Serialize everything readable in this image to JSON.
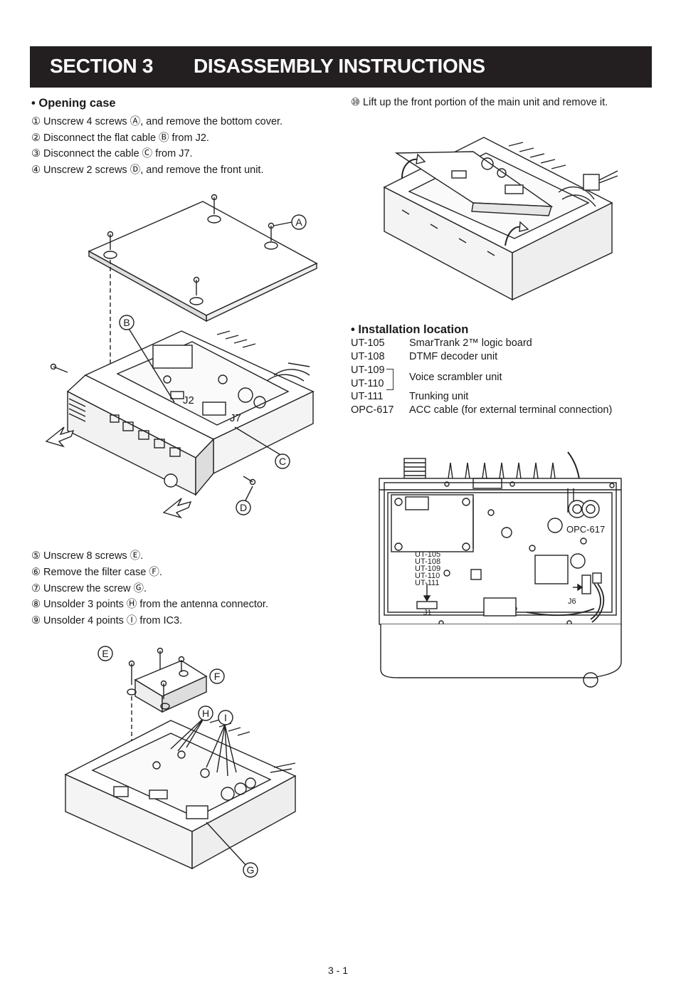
{
  "header": {
    "section": "SECTION 3",
    "title": "DISASSEMBLY INSTRUCTIONS"
  },
  "opening_case": {
    "heading": "• Opening case",
    "steps": [
      "① Unscrew 4 screws Ⓐ, and remove the bottom cover.",
      "② Disconnect the flat cable Ⓑ from J2.",
      "③ Disconnect the cable Ⓒ from J7.",
      "④ Unscrew 2 screws Ⓓ, and remove the front unit."
    ]
  },
  "steps_2": [
    "⑤ Unscrew 8 screws Ⓔ.",
    "⑥ Remove the filter case Ⓕ.",
    "⑦ Unscrew the screw Ⓖ.",
    "⑧ Unsolder 3 points Ⓗ from the antenna connector.",
    "⑨ Unsolder 4 points Ⓘ from IC3."
  ],
  "step_10": "⑩ Lift up the front portion of the main unit and remove it.",
  "figure1": {
    "labels": {
      "a": "A",
      "b": "B",
      "c": "C",
      "d": "D",
      "j2": "J2",
      "j7": "J7"
    }
  },
  "figure2": {
    "labels": {
      "e": "E",
      "f": "F",
      "g": "G",
      "h": "H",
      "i": "I"
    }
  },
  "installation": {
    "heading": "• Installation location",
    "rows": [
      {
        "code": "UT-105",
        "desc": "SmarTrank 2™ logic board"
      },
      {
        "code": "UT-108",
        "desc": "DTMF decoder unit"
      },
      {
        "code": "UT-109",
        "desc": "Voice scrambler unit"
      },
      {
        "code": "UT-110",
        "desc": ""
      },
      {
        "code": "UT-111",
        "desc": "Trunking unit"
      },
      {
        "code": "OPC-617",
        "desc": "ACC cable (for external terminal connection)"
      }
    ]
  },
  "figure4": {
    "opc_label": "OPC-617",
    "ut_labels": [
      "UT-105",
      "UT-108",
      "UT-109",
      "UT-110",
      "UT-111"
    ],
    "j1": "J1",
    "j6": "J6"
  },
  "page_number": "3 - 1"
}
